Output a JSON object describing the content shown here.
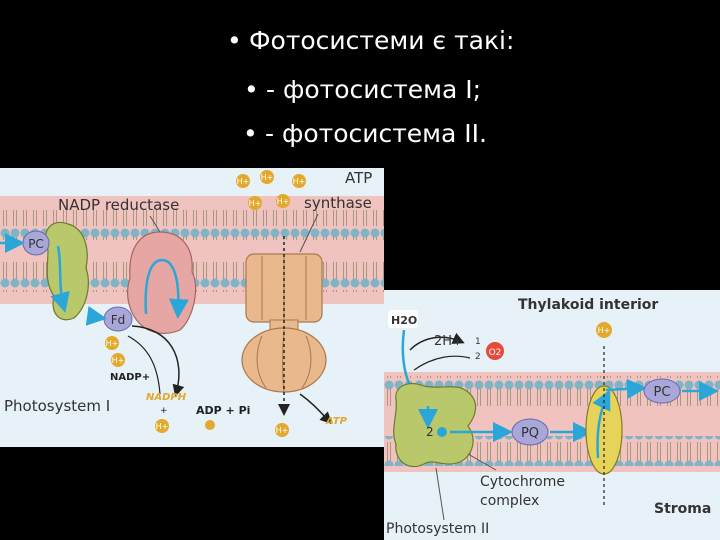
{
  "slide": {
    "bullets": [
      "Фотосистеми є такі:",
      "- фотосистема I;",
      "- фотосистема II."
    ]
  },
  "diagram": {
    "left": {
      "nadp_reductase": "NADP reductase",
      "atp_synthase_1": "ATP",
      "atp_synthase_2": "synthase",
      "pc": "PC",
      "fd": "Fd",
      "h_plus": "H+",
      "nadp_plus": "NADP+",
      "nadph": "NADPH",
      "adp_pi": "ADP + Pi",
      "atp": "ATP",
      "photosystem_1": "Photosystem I"
    },
    "right": {
      "thylakoid_interior": "Thylakoid interior",
      "h2o": "H2O",
      "two_h": "2H+",
      "half": "1",
      "half_den": "2",
      "o2": "O2",
      "h_plus": "H+",
      "pc": "PC",
      "two_e": "2",
      "pq": "PQ",
      "cytochrome_1": "Cytochrome",
      "cytochrome_2": "complex",
      "photosystem_2": "Photosystem II",
      "stroma": "Stroma"
    }
  },
  "colors": {
    "background": "#000000",
    "lipid_head": "#7fb4c7",
    "membrane_core": "#f0c2c0",
    "photosystem": "#b9c86a",
    "protein_pink": "#e6a7a4",
    "atp_synthase": "#e9b88c",
    "h_ion": "#e3a92c",
    "label_bubble": "#a9a6d9",
    "arrow": "#2aa7d8"
  }
}
